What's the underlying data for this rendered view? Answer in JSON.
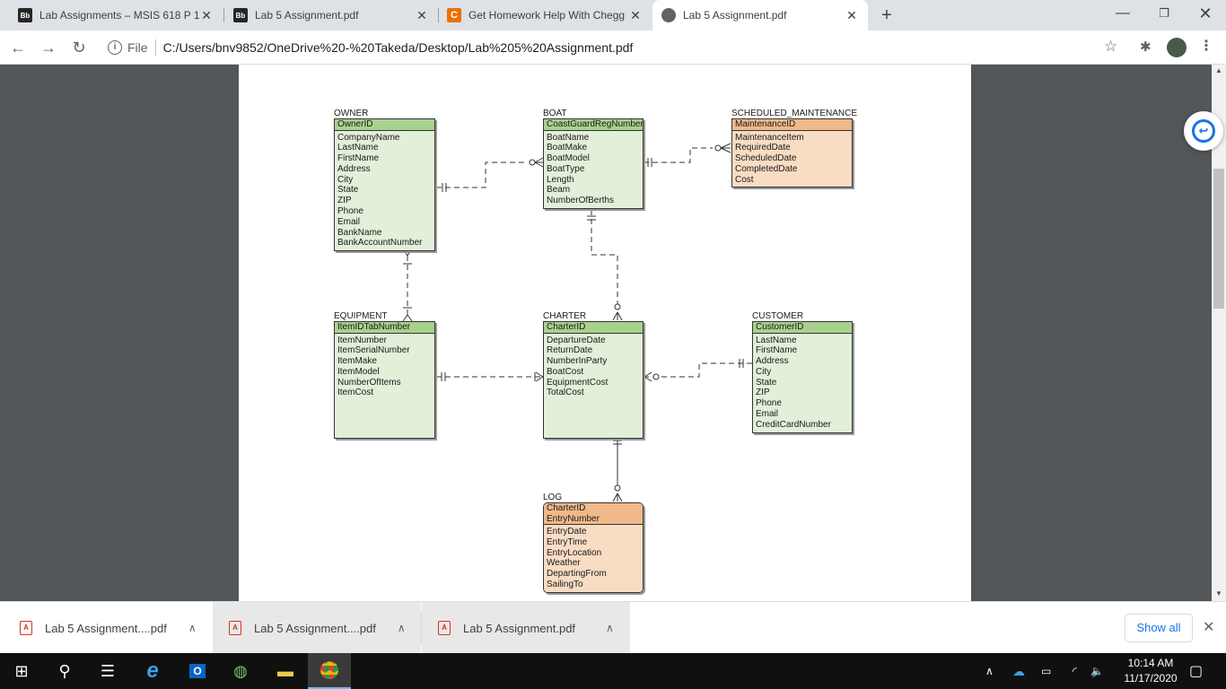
{
  "tabs": [
    {
      "favicon": "Bb",
      "title": "Lab Assignments – MSIS 618 P 1",
      "active": false
    },
    {
      "favicon": "Bb",
      "title": "Lab 5 Assignment.pdf",
      "active": false
    },
    {
      "favicon": "C",
      "title": "Get Homework Help With Chegg",
      "active": false
    },
    {
      "favicon": "globe",
      "title": "Lab 5 Assignment.pdf",
      "active": true
    }
  ],
  "toolbar": {
    "file_label": "File",
    "url": "C:/Users/bnv9852/OneDrive%20-%20Takeda/Desktop/Lab%205%20Assignment.pdf"
  },
  "diagram": {
    "owner": {
      "name": "OWNER",
      "pk": [
        "OwnerID"
      ],
      "attrs": [
        "CompanyName",
        "LastName",
        "FirstName",
        "Address",
        "City",
        "State",
        "ZIP",
        "Phone",
        "Email",
        "BankName",
        "BankAccountNumber"
      ]
    },
    "boat": {
      "name": "BOAT",
      "pk": [
        "CoastGuardRegNumber"
      ],
      "attrs": [
        "BoatName",
        "BoatMake",
        "BoatModel",
        "BoatType",
        "Length",
        "Beam",
        "NumberOfBerths"
      ]
    },
    "sched": {
      "name": "SCHEDULED_MAINTENANCE",
      "pk": [
        "MaintenanceID"
      ],
      "attrs": [
        "MaintenanceItem",
        "RequiredDate",
        "ScheduledDate",
        "CompletedDate",
        "Cost"
      ]
    },
    "equipment": {
      "name": "EQUIPMENT",
      "pk": [
        "ItemIDTabNumber"
      ],
      "attrs": [
        "ItemNumber",
        "ItemSerialNumber",
        "ItemMake",
        "ItemModel",
        "NumberOfItems",
        "ItemCost"
      ]
    },
    "charter": {
      "name": "CHARTER",
      "pk": [
        "CharterID"
      ],
      "attrs": [
        "DepartureDate",
        "ReturnDate",
        "NumberInParty",
        "BoatCost",
        "EquipmentCost",
        "TotalCost"
      ]
    },
    "customer": {
      "name": "CUSTOMER",
      "pk": [
        "CustomerID"
      ],
      "attrs": [
        "LastName",
        "FirstName",
        "Address",
        "City",
        "State",
        "ZIP",
        "Phone",
        "Email",
        "CreditCardNumber"
      ]
    },
    "log": {
      "name": "LOG",
      "pk": [
        "CharterID",
        "EntryNumber"
      ],
      "attrs": [
        "EntryDate",
        "EntryTime",
        "EntryLocation",
        "Weather",
        "DepartingFrom",
        "SailingTo"
      ]
    }
  },
  "downloads": [
    {
      "name": "Lab 5 Assignment....pdf"
    },
    {
      "name": "Lab 5 Assignment....pdf"
    },
    {
      "name": "Lab 5 Assignment.pdf"
    }
  ],
  "download_bar": {
    "show_all": "Show all"
  },
  "taskbar": {
    "time": "10:14 AM",
    "date": "11/17/2020"
  }
}
